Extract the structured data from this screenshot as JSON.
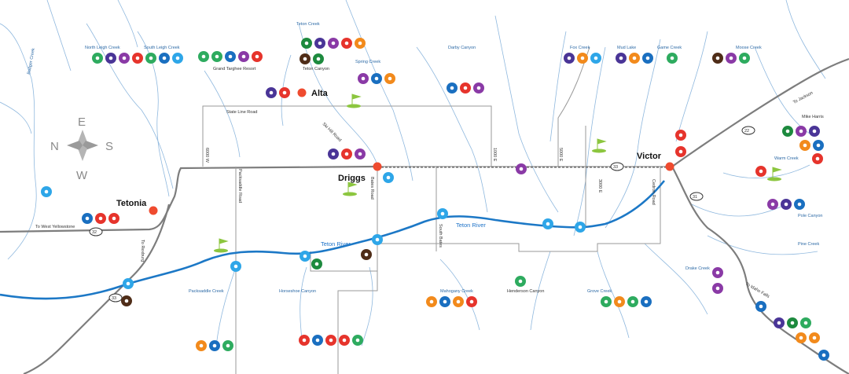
{
  "towns": {
    "tetonia": "Tetonia",
    "alta": "Alta",
    "driggs": "Driggs",
    "victor": "Victor"
  },
  "compass": {
    "e": "E",
    "n": "N",
    "s": "S",
    "w": "W"
  },
  "rivers": {
    "teton_river_1": "Teton River",
    "teton_river_2": "Teton River"
  },
  "roads": {
    "to_west_yellowstone": "To West Yellowstone",
    "to_rexburg": "To Rexburg",
    "to_jackson": "To Jackson",
    "to_idaho_falls": "To Idaho Falls",
    "state_line_road": "State Line Road",
    "ski_hill_road": "Ski Hill Road",
    "packsaddle_road": "Packsaddle Road",
    "bates_road": "Bates Road",
    "south_bates": "South Bates",
    "cedron_road": "Cedron Road",
    "r6000_w": "6000 W",
    "r1000_e": "1000 E",
    "r5000_e": "5000 E",
    "r3000_e": "3000 E",
    "hwy_33": "33",
    "hwy_32": "32",
    "hwy_22": "22",
    "hwy_31": "31"
  },
  "places": {
    "badger_creek": "Badger Creek",
    "north_leigh_creek": "North Leigh Creek",
    "south_leigh_creek": "South Leigh Creek",
    "teton_creek": "Teton Creek",
    "grand_targhee": "Grand Targhee Resort",
    "teton_canyon": "Teton Canyon",
    "spring_creek": "Spring Creek",
    "darby_canyon": "Darby Canyon",
    "fox_creek": "Fox Creek",
    "mud_lake": "Mud Lake",
    "game_creek": "Game Creek",
    "moose_creek": "Moose Creek",
    "mike_harris": "Mike Harris",
    "warm_creek": "Warm Creek",
    "pole_canyon": "Pole Canyon",
    "pine_creek": "Pine Creek",
    "drake_creek": "Drake Creek",
    "packsaddle_creek": "Packsaddle Creek",
    "horseshoe_canyon": "Horseshoe Canyon",
    "mahogany_creek": "Mahogany Creek",
    "henderson_canyon": "Henderson Canyon",
    "grove_creek": "Grove Creek"
  },
  "colors": {
    "road": "#7d7d7d",
    "river": "#1c78c6",
    "stream": "#8fb8de",
    "town_dot": "#ef4b2f",
    "hike": "#2eab5f",
    "bike": "#e6342c",
    "ski": "#4a3597",
    "snowmobile": "#1a6fc0",
    "horse": "#f28a1c",
    "yurt": "#4f2d18",
    "camp": "#1d8a3e",
    "access": "#2ea6e8",
    "golf": "#8cc63f",
    "fish": "#2ea6e8",
    "purple": "#8a3aa6"
  }
}
